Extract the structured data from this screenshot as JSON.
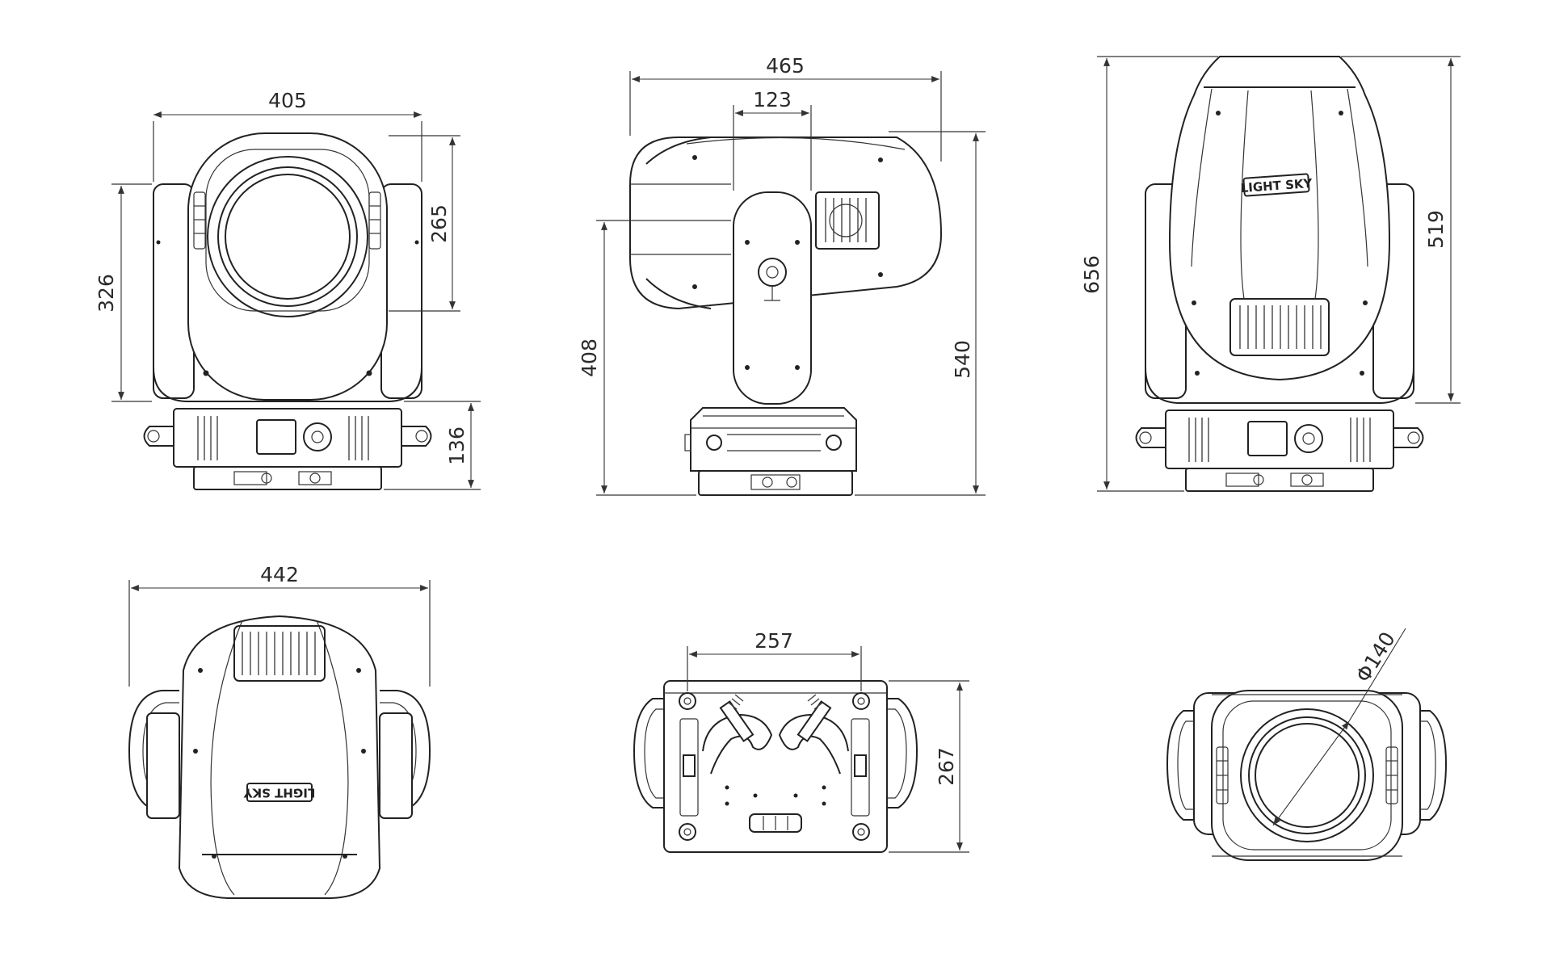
{
  "logo": "LIGHT SKY",
  "dimensions": {
    "front_width": "405",
    "front_total_height": "326",
    "front_head_height": "265",
    "front_base_height": "136",
    "side_width": "465",
    "side_arm_width": "123",
    "side_base_to_axis": "408",
    "side_total_height": "540",
    "back_total_height": "656",
    "back_head_height": "519",
    "top_width": "442",
    "bottom_clamp_spacing": "257",
    "bottom_depth": "267",
    "lens_diameter": "Φ140"
  },
  "colors": {
    "line": "#222222",
    "background": "#ffffff",
    "text": "#2b2b2b"
  }
}
